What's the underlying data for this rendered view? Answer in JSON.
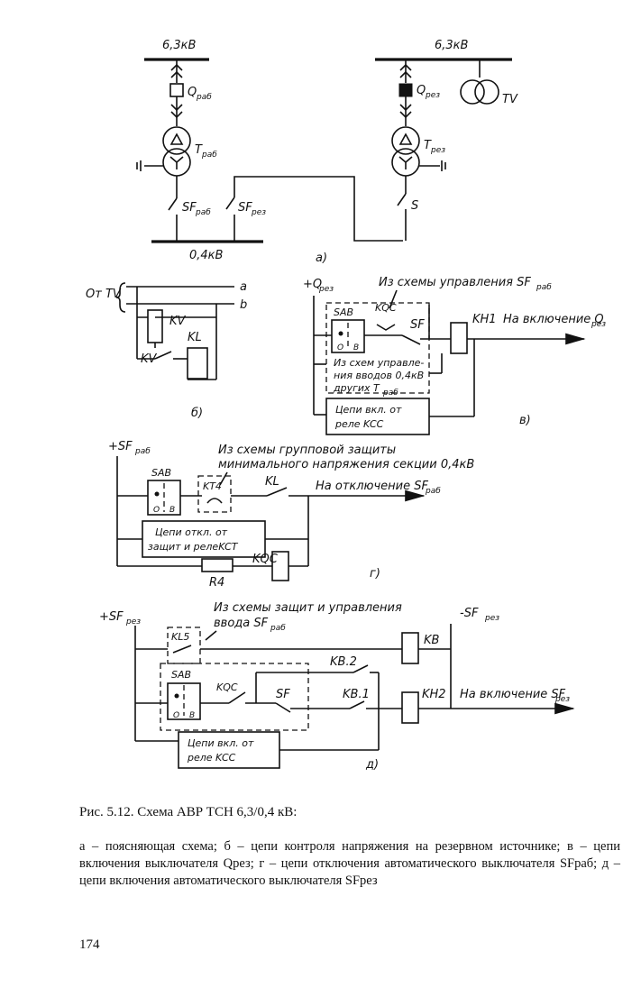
{
  "diagram_a": {
    "bus_left_voltage": "6,3кВ",
    "bus_right_voltage": "6,3кВ",
    "bus_low_voltage": "0,4кВ",
    "q_work": "Q",
    "q_work_sub": "раб",
    "q_reserve": "Q",
    "q_reserve_sub": "рез",
    "t_work": "T",
    "t_work_sub": "раб",
    "t_reserve": "T",
    "t_reserve_sub": "рез",
    "tv": "TV",
    "sf_work": "SF",
    "sf_work_sub": "раб",
    "sf_reserve": "SF",
    "sf_reserve_sub": "рез",
    "s": "S",
    "panel_label": "а)"
  },
  "diagram_b": {
    "source": "От TV",
    "wire_a": "a",
    "wire_b": "b",
    "kv": "KV",
    "kv_contact": "KV",
    "kl": "KL",
    "panel_label": "б)"
  },
  "diagram_v": {
    "supply": "+Q",
    "supply_sub": "рез",
    "note_from": "Из схемы управления SF",
    "note_from_sub": "раб",
    "sab": "SAB",
    "kqc": "KQC",
    "sf": "SF",
    "kh1": "KH1",
    "out": "На включение Q",
    "out_sub": "рез",
    "box2_l1": "Из схем управле-",
    "box2_l2": "ния вводов 0,4кВ",
    "box2_l3": "других T",
    "box2_l3_sub": "раб",
    "box3_l1": "Цепи вкл. от",
    "box3_l2": "реле KCC",
    "sab_pos1": "О",
    "sab_pos2": "В",
    "panel_label": "в)"
  },
  "diagram_g": {
    "supply": "+SF",
    "supply_sub": "раб",
    "note_l1": "Из схемы групповой защиты",
    "note_l2": "минимального напряжения секции 0,4кВ",
    "sab": "SAB",
    "kt4": "KT4",
    "kl": "KL",
    "out": "На отключение SF",
    "out_sub": "раб",
    "box_l1": "Цепи откл. от",
    "box_l2": "защит и релеKCT",
    "kqc": "KQC",
    "r4": "R4",
    "sab_pos1": "О",
    "sab_pos2": "В",
    "panel_label": "г)"
  },
  "diagram_d": {
    "supply": "+SF",
    "supply_sub": "рез",
    "minus": "-SF",
    "minus_sub": "рез",
    "note_l1": "Из схемы защит и управления",
    "note_l2": "ввода SF",
    "note_l2_sub": "раб",
    "kl5": "KL5",
    "kb": "KB",
    "kb2": "KB.2",
    "sab": "SAB",
    "kqc": "KQC",
    "sf": "SF",
    "kb1": "KB.1",
    "kh2": "KH2",
    "out": "На включение SF",
    "out_sub": "рез",
    "box_l1": "Цепи вкл. от",
    "box_l2": "реле KCC",
    "sab_pos1": "О",
    "sab_pos2": "В",
    "panel_label": "д)"
  },
  "caption": {
    "title": "Рис. 5.12. Схема АВР ТСН 6,3/0,4 кВ:",
    "text": "а – поясняющая схема; б – цепи контроля напряжения на резервном источнике; в – цепи включения выключателя Qрез; г – цепи отключения автоматического выключателя SFраб; д – цепи включения автоматического выключателя SFрез"
  },
  "page_number": "174"
}
